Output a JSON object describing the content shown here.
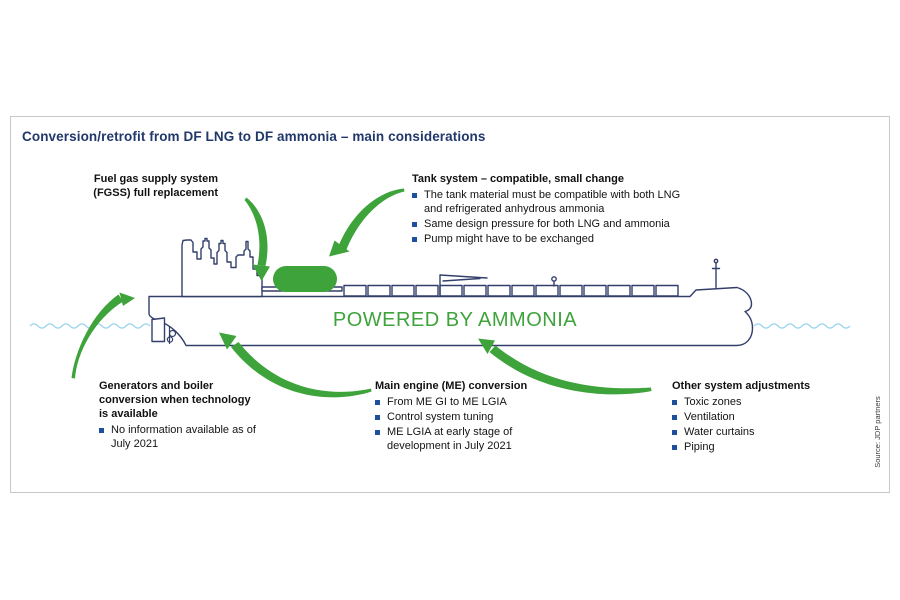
{
  "title": "Conversion/retrofit from DF LNG to DF ammonia – main considerations",
  "ship": {
    "hull_text": "POWERED BY AMMONIA"
  },
  "source": "Source: JDP partners",
  "callouts": {
    "fgss": {
      "heading": "Fuel gas supply system\n(FGSS) full replacement"
    },
    "tank": {
      "heading": "Tank system – compatible, small change",
      "bullets": [
        "The tank material must be compatible with both LNG and refrigerated anhydrous ammonia",
        "Same design pressure for both LNG and ammonia",
        "Pump might have to be exchanged"
      ]
    },
    "generators": {
      "heading": "Generators and boiler\nconversion when technology\nis available",
      "bullets": [
        "No information available as of July 2021"
      ]
    },
    "main_engine": {
      "heading": "Main engine (ME) conversion",
      "bullets": [
        "From ME GI to ME LGIA",
        "Control system tuning",
        "ME LGIA at early stage of development in July 2021"
      ]
    },
    "other_systems": {
      "heading": "Other system adjustments",
      "bullets": [
        "Toxic zones",
        "Ventilation",
        "Water curtains",
        "Piping"
      ]
    }
  },
  "colors": {
    "accent_green": "#3fa33c",
    "title_navy": "#21386b",
    "ship_outline_navy": "#323f6b",
    "bullet_blue": "#1d4f9c",
    "water_blue": "#9ed7ee",
    "frame_border": "#c9c9c9"
  }
}
